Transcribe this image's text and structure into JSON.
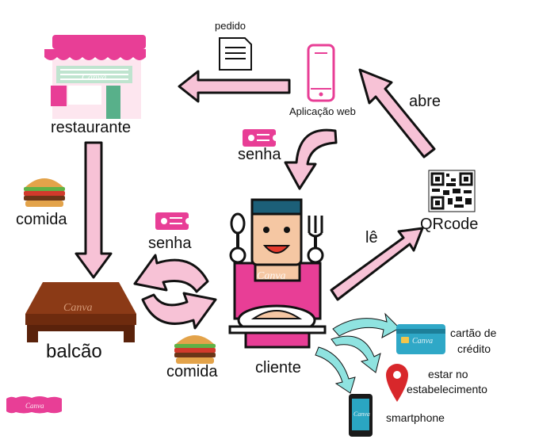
{
  "nodes": {
    "restaurante": "restaurante",
    "aplicacao_web": "Aplicação web",
    "pedido": "pedido",
    "qrcode": "QRcode",
    "cliente": "cliente",
    "balcao": "balcão",
    "comida_left": "comida",
    "comida_bottom": "comida",
    "senha_top": "senha",
    "senha_left": "senha"
  },
  "edges": {
    "abre": "abre",
    "le": "lê"
  },
  "requirements": {
    "cartao": [
      "cartão de",
      "crédito"
    ],
    "estar": [
      "estar no",
      "estabelecimento"
    ],
    "smartphone": "smartphone"
  },
  "watermark": "Canva",
  "colors": {
    "arrow_pink": "#f7c2d6",
    "arrow_outline": "#111111",
    "brand_pink": "#e83e96",
    "teal": "#8fe3e0",
    "wood": "#8b3a16"
  }
}
